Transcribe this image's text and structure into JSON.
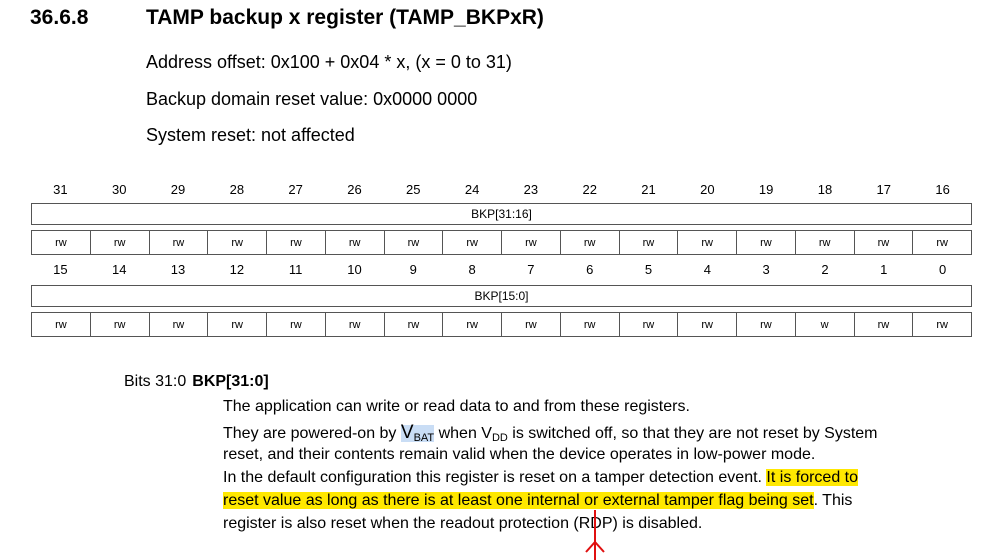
{
  "section": {
    "number": "36.6.8",
    "title": "TAMP backup x register (TAMP_BKPxR)",
    "address_offset": "Address offset: 0x100 + 0x04 * x, (x = 0 to 31)",
    "reset_value": "Backup domain reset value: 0x0000 0000",
    "system_reset": "System reset: not affected"
  },
  "register": {
    "upper_bits": [
      "31",
      "30",
      "29",
      "28",
      "27",
      "26",
      "25",
      "24",
      "23",
      "22",
      "21",
      "20",
      "19",
      "18",
      "17",
      "16"
    ],
    "upper_field": "BKP[31:16]",
    "upper_access": [
      "rw",
      "rw",
      "rw",
      "rw",
      "rw",
      "rw",
      "rw",
      "rw",
      "rw",
      "rw",
      "rw",
      "rw",
      "rw",
      "rw",
      "rw",
      "rw"
    ],
    "lower_bits": [
      "15",
      "14",
      "13",
      "12",
      "11",
      "10",
      "9",
      "8",
      "7",
      "6",
      "5",
      "4",
      "3",
      "2",
      "1",
      "0"
    ],
    "lower_field": "BKP[15:0]",
    "lower_access": [
      "rw",
      "rw",
      "rw",
      "rw",
      "rw",
      "rw",
      "rw",
      "rw",
      "rw",
      "rw",
      "rw",
      "rw",
      "rw",
      "w",
      "rw",
      "rw"
    ]
  },
  "description": {
    "bits_label": "Bits 31:0",
    "bits_name": "BKP[31:0]",
    "line1": "The application can write or read data to and from these registers.",
    "line2_a": "They are powered-on by ",
    "vbat_main": "V",
    "vbat_sub": "BAT",
    "line2_b": " when V",
    "vdd_sub": "DD",
    "line2_c": " is switched off, so that they are not reset by System",
    "line3": "reset, and their contents remain valid when the device operates in low-power mode.",
    "line4_a": "In the default configuration this register is reset on a tamper detection event. ",
    "line4_hl": "It is forced to",
    "line5_hl": "reset value as long as there is at least one internal or external tamper flag being set",
    "line5_b": ". This",
    "line6": "register is also reset when the readout protection (RDP) is disabled."
  }
}
